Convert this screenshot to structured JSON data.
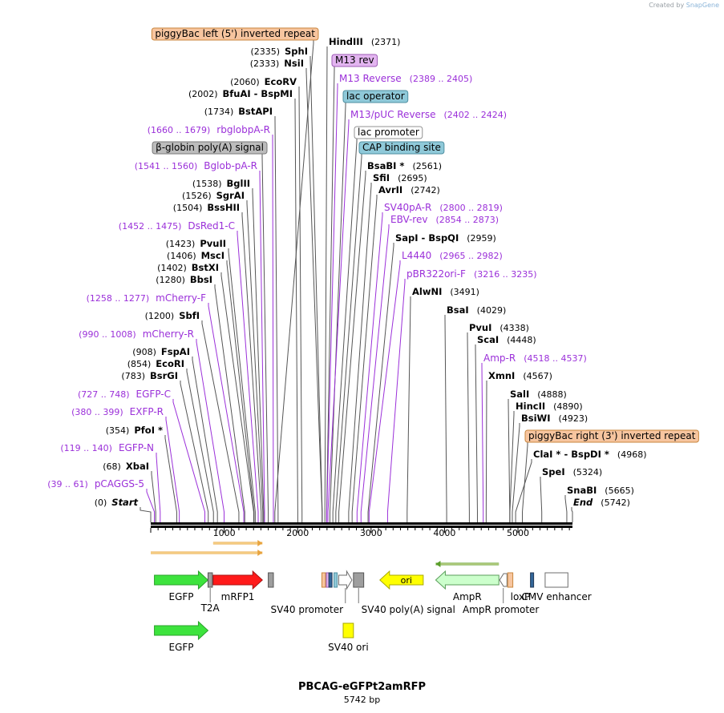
{
  "credit": {
    "prefix": "Created by",
    "brand": "SnapGene"
  },
  "title": "PBCAG-eGFPt2amRFP",
  "subtitle": "5742 bp",
  "colors": {
    "enzyme": "#000000",
    "primer": "#9b30d9",
    "feature_line": "#9e9e9e"
  },
  "enzymes": [
    {
      "name": "SphI",
      "pos": "(2335)",
      "side": "left",
      "bp": 2335
    },
    {
      "name": "NsiI",
      "pos": "(2333)",
      "side": "left",
      "bp": 2333
    },
    {
      "name": "EcoRV",
      "pos": "(2060)",
      "side": "left",
      "bp": 2060
    },
    {
      "name": "BfuAI  -  BspMI",
      "pos": "(2002)",
      "side": "left",
      "bp": 2002
    },
    {
      "name": "BstAPI",
      "pos": "(1734)",
      "side": "left",
      "bp": 1734
    },
    {
      "name": "BglII",
      "pos": "(1538)",
      "side": "left",
      "bp": 1538
    },
    {
      "name": "SgrAI",
      "pos": "(1526)",
      "side": "left",
      "bp": 1526
    },
    {
      "name": "BssHII",
      "pos": "(1504)",
      "side": "left",
      "bp": 1504
    },
    {
      "name": "PvuII",
      "pos": "(1423)",
      "side": "left",
      "bp": 1423
    },
    {
      "name": "MscI",
      "pos": "(1406)",
      "side": "left",
      "bp": 1406
    },
    {
      "name": "BstXI",
      "pos": "(1402)",
      "side": "left",
      "bp": 1402
    },
    {
      "name": "BbsI",
      "pos": "(1280)",
      "side": "left",
      "bp": 1280
    },
    {
      "name": "SbfI",
      "pos": "(1200)",
      "side": "left",
      "bp": 1200
    },
    {
      "name": "FspAI",
      "pos": "(908)",
      "side": "left",
      "bp": 908
    },
    {
      "name": "EcoRI",
      "pos": "(854)",
      "side": "left",
      "bp": 854
    },
    {
      "name": "BsrGI",
      "pos": "(783)",
      "side": "left",
      "bp": 783
    },
    {
      "name": "PfoI *",
      "pos": "(354)",
      "side": "left",
      "bp": 354
    },
    {
      "name": "XbaI",
      "pos": "(68)",
      "side": "left",
      "bp": 68
    },
    {
      "name": "Start",
      "pos": "(0)",
      "side": "left",
      "bp": 0,
      "italic": true
    },
    {
      "name": "HindIII",
      "pos": "(2371)",
      "side": "right",
      "bp": 2371
    },
    {
      "name": "BsaBI *",
      "pos": "(2561)",
      "side": "right",
      "bp": 2561
    },
    {
      "name": "SfiI",
      "pos": "(2695)",
      "side": "right",
      "bp": 2695
    },
    {
      "name": "AvrII",
      "pos": "(2742)",
      "side": "right",
      "bp": 2742
    },
    {
      "name": "SapI  -  BspQI",
      "pos": "(2959)",
      "side": "right",
      "bp": 2959
    },
    {
      "name": "AlwNI",
      "pos": "(3491)",
      "side": "right",
      "bp": 3491
    },
    {
      "name": "BsaI",
      "pos": "(4029)",
      "side": "right",
      "bp": 4029
    },
    {
      "name": "PvuI",
      "pos": "(4338)",
      "side": "right",
      "bp": 4338
    },
    {
      "name": "ScaI",
      "pos": "(4448)",
      "side": "right",
      "bp": 4448
    },
    {
      "name": "XmnI",
      "pos": "(4567)",
      "side": "right",
      "bp": 4567
    },
    {
      "name": "SalI",
      "pos": "(4888)",
      "side": "right",
      "bp": 4888
    },
    {
      "name": "HincII",
      "pos": "(4890)",
      "side": "right",
      "bp": 4890
    },
    {
      "name": "BsiWI",
      "pos": "(4923)",
      "side": "right",
      "bp": 4923
    },
    {
      "name": "ClaI *  -  BspDI *",
      "pos": "(4968)",
      "side": "right",
      "bp": 4968
    },
    {
      "name": "SpeI",
      "pos": "(5324)",
      "side": "right",
      "bp": 5324
    },
    {
      "name": "SnaBI",
      "pos": "(5665)",
      "side": "right",
      "bp": 5665
    },
    {
      "name": "End",
      "pos": "(5742)",
      "side": "right",
      "bp": 5742,
      "italic": true
    }
  ],
  "primers": [
    {
      "name": "rbglobpA-R",
      "range": "(1660 .. 1679)",
      "side": "left",
      "bp": 1670
    },
    {
      "name": "Bglob-pA-R",
      "range": "(1541 .. 1560)",
      "side": "left",
      "bp": 1550
    },
    {
      "name": "DsRed1-C",
      "range": "(1452 .. 1475)",
      "side": "left",
      "bp": 1463
    },
    {
      "name": "mCherry-F",
      "range": "(1258 .. 1277)",
      "side": "left",
      "bp": 1267
    },
    {
      "name": "mCherry-R",
      "range": "(990 .. 1008)",
      "side": "left",
      "bp": 999
    },
    {
      "name": "EGFP-C",
      "range": "(727 .. 748)",
      "side": "left",
      "bp": 737
    },
    {
      "name": "EXFP-R",
      "range": "(380 .. 399)",
      "side": "left",
      "bp": 389
    },
    {
      "name": "EGFP-N",
      "range": "(119 .. 140)",
      "side": "left",
      "bp": 129
    },
    {
      "name": "pCAGGS-5",
      "range": "(39 .. 61)",
      "side": "left",
      "bp": 50
    },
    {
      "name": "M13 Reverse",
      "range": "(2389 .. 2405)",
      "side": "right",
      "bp": 2397
    },
    {
      "name": "M13/pUC Reverse",
      "range": "(2402 .. 2424)",
      "side": "right",
      "bp": 2413
    },
    {
      "name": "SV40pA-R",
      "range": "(2800 .. 2819)",
      "side": "right",
      "bp": 2809
    },
    {
      "name": "EBV-rev",
      "range": "(2854 .. 2873)",
      "side": "right",
      "bp": 2863
    },
    {
      "name": "L4440",
      "range": "(2965 .. 2982)",
      "side": "right",
      "bp": 2973
    },
    {
      "name": "pBR322ori-F",
      "range": "(3216 .. 3235)",
      "side": "right",
      "bp": 3225
    },
    {
      "name": "Amp-R",
      "range": "(4518 .. 4537)",
      "side": "right",
      "bp": 4527
    }
  ],
  "feature_labels": [
    {
      "name": "piggyBac left (5') inverted repeat",
      "fill": "#f7c59f",
      "stroke": "#c9863d",
      "side": "left",
      "bp": 1690
    },
    {
      "name": "β-globin poly(A) signal",
      "fill": "#bcbcbc",
      "stroke": "#7a7a7a",
      "side": "left",
      "bp": 1600
    },
    {
      "name": "M13 rev",
      "fill": "#e3b5f0",
      "stroke": "#9e5cb5",
      "side": "right",
      "bp": 2395
    },
    {
      "name": "lac operator",
      "fill": "#8fc9d9",
      "stroke": "#4f8fa1",
      "side": "right",
      "bp": 2440
    },
    {
      "name": "lac promoter",
      "fill": "#ffffff",
      "stroke": "#909090",
      "side": "right",
      "bp": 2480
    },
    {
      "name": "CAP binding site",
      "fill": "#8fc9d9",
      "stroke": "#4f8fa1",
      "side": "right",
      "bp": 2520
    },
    {
      "name": "piggyBac right (3') inverted repeat",
      "fill": "#f7c59f",
      "stroke": "#c9863d",
      "side": "right",
      "bp": 5060
    }
  ],
  "ruler": {
    "length": 5742,
    "ticks": [
      1000,
      2000,
      3000,
      4000,
      5000
    ]
  },
  "features": [
    {
      "name": "EGFP",
      "type": "arrow",
      "dir": "right",
      "start": 50,
      "end": 780,
      "fill": "#3de33d",
      "stroke": "#2aa02a",
      "label": "EGFP",
      "row": 1
    },
    {
      "name": "T2A",
      "type": "box",
      "start": 780,
      "end": 840,
      "fill": "#9e9e9e",
      "stroke": "#555555",
      "label": "T2A",
      "row": 1,
      "label_below": true
    },
    {
      "name": "mRFP1",
      "type": "arrow",
      "dir": "right",
      "start": 850,
      "end": 1520,
      "fill": "#ff1a1a",
      "stroke": "#a81212",
      "label": "mRFP1",
      "row": 1
    },
    {
      "name": "β-globin poly(A) signal",
      "type": "box",
      "start": 1600,
      "end": 1670,
      "fill": "#9e9e9e",
      "stroke": "#555555",
      "label": "",
      "row": 1
    },
    {
      "name": "piggyBac left (5') inverted repeat",
      "type": "box",
      "start": 2330,
      "end": 2380,
      "fill": "#f7c59f",
      "stroke": "#c9863d",
      "label": "",
      "row": 1
    },
    {
      "name": "M13 rev",
      "type": "box",
      "start": 2390,
      "end": 2415,
      "fill": "#e3b5f0",
      "stroke": "#9e5cb5",
      "label": "",
      "row": 1
    },
    {
      "name": "lac operator",
      "type": "box",
      "start": 2425,
      "end": 2455,
      "fill": "#336699",
      "stroke": "#223a58",
      "label": "",
      "row": 1
    },
    {
      "name": "CAP binding site",
      "type": "box",
      "start": 2495,
      "end": 2530,
      "fill": "#8fc9d9",
      "stroke": "#4f8fa1",
      "label": "",
      "row": 1
    },
    {
      "name": "SV40 promoter",
      "type": "arrow",
      "dir": "right",
      "start": 2560,
      "end": 2740,
      "fill": "#ffffff",
      "stroke": "#6d6d6d",
      "label": "SV40 promoter",
      "row": 1
    },
    {
      "name": "SV40 poly(A) signal",
      "type": "box",
      "start": 2760,
      "end": 2900,
      "fill": "#9e9e9e",
      "stroke": "#555555",
      "label": "SV40 poly(A) signal",
      "row": 1
    },
    {
      "name": "ori",
      "type": "arrow",
      "dir": "left",
      "start": 3120,
      "end": 3710,
      "fill": "#ffff00",
      "stroke": "#a8a800",
      "label": "ori",
      "row": 1,
      "inner_label": true
    },
    {
      "name": "AmpR",
      "type": "arrow",
      "dir": "left",
      "start": 3880,
      "end": 4740,
      "fill": "#ccffcc",
      "stroke": "#5b9e5b",
      "label": "AmpR",
      "row": 1
    },
    {
      "name": "AmpR promoter",
      "type": "arrow",
      "dir": "left",
      "start": 4750,
      "end": 4850,
      "fill": "#ffffff",
      "stroke": "#6d6d6d",
      "label": "AmpR promoter",
      "row": 1
    },
    {
      "name": "piggyBac right (3') inverted repeat",
      "type": "box",
      "start": 4860,
      "end": 4930,
      "fill": "#f7c59f",
      "stroke": "#c9863d",
      "label": "",
      "row": 1
    },
    {
      "name": "loxP",
      "type": "box",
      "start": 5170,
      "end": 5200,
      "fill": "#336699",
      "stroke": "#223a58",
      "label": "loxP",
      "row": 1
    },
    {
      "name": "CMV enhancer",
      "type": "box",
      "start": 5370,
      "end": 5680,
      "fill": "#ffffff",
      "stroke": "#6d6d6d",
      "label": "CMV enhancer",
      "row": 1
    },
    {
      "name": "EGFP",
      "type": "arrow",
      "dir": "right",
      "start": 50,
      "end": 780,
      "fill": "#3de33d",
      "stroke": "#2aa02a",
      "label": "EGFP",
      "row": 2
    },
    {
      "name": "SV40 ori",
      "type": "box",
      "start": 2620,
      "end": 2760,
      "fill": "#ffff00",
      "stroke": "#a8a800",
      "label": "SV40 ori",
      "row": 2
    }
  ],
  "orfs": [
    {
      "start": 850,
      "end": 1520,
      "dir": "right",
      "color": "#e8a33d"
    },
    {
      "start": 0,
      "end": 1520,
      "dir": "right",
      "color": "#e8a33d"
    },
    {
      "start": 3880,
      "end": 4740,
      "dir": "left",
      "color": "#5a9e2a"
    }
  ]
}
